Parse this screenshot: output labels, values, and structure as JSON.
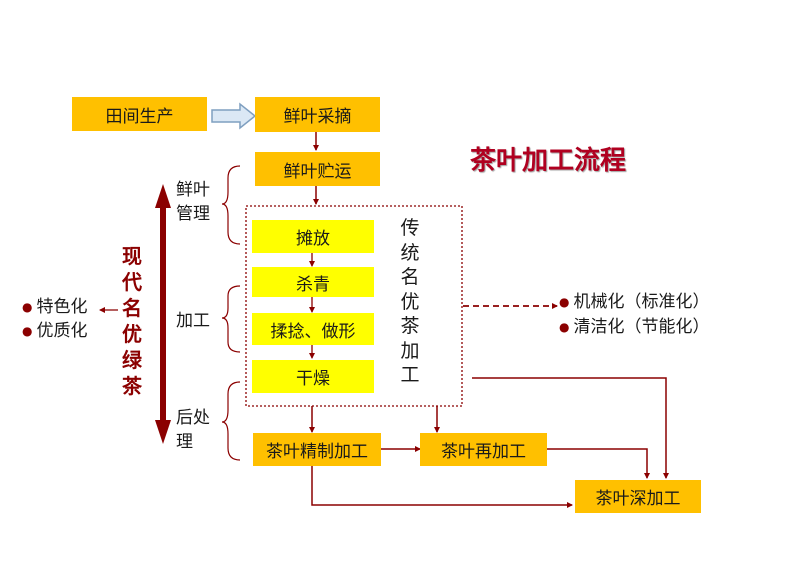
{
  "title": "茶叶加工流程",
  "boxes": {
    "field": "田间生产",
    "pick": "鲜叶采摘",
    "transport": "鲜叶贮运",
    "spread": "摊放",
    "kill": "杀青",
    "roll": "揉捻、做形",
    "dry": "干燥",
    "refine": "茶叶精制加工",
    "reprocess": "茶叶再加工",
    "deep": "茶叶深加工"
  },
  "stages": {
    "fresh_leaf": [
      "鲜叶",
      "管理"
    ],
    "processing": "加工",
    "post": [
      "后处",
      "理"
    ]
  },
  "traditional": [
    "传",
    "统",
    "名",
    "优",
    "茶",
    "加",
    "工"
  ],
  "modern": [
    "现",
    "代",
    "名",
    "优",
    "绿",
    "茶"
  ],
  "left_bullets": [
    "特色化",
    "优质化"
  ],
  "right_bullets": [
    "机械化（标准化）",
    "清洁化（节能化）"
  ],
  "colors": {
    "box_orange": "#ffc000",
    "box_yellow": "#ffff00",
    "accent_red": "#8b0000",
    "title_red": "#b00020"
  }
}
